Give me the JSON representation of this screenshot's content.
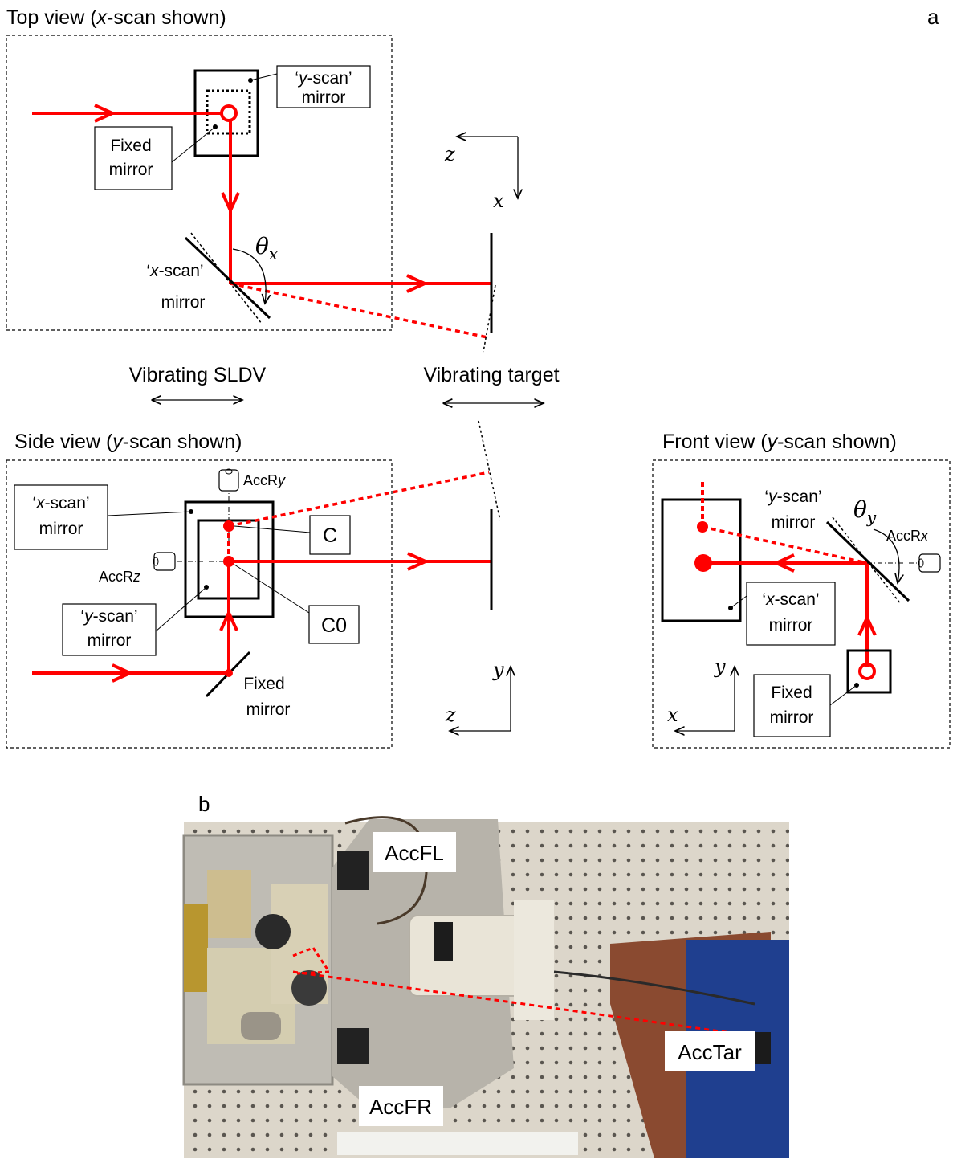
{
  "panel_a": {
    "letter": "a",
    "top_view": {
      "title": "Top view (x-scan shown)",
      "y_scan_mirror": [
        "‘y-scan’",
        "mirror"
      ],
      "fixed_mirror": [
        "Fixed",
        "mirror"
      ],
      "x_scan_mirror": [
        "‘x-scan’",
        "mirror"
      ],
      "angle": "θx",
      "axes": {
        "z": "z",
        "x": "x"
      }
    },
    "vibrating_sldv": "Vibrating SLDV",
    "vibrating_target": "Vibrating target",
    "side_view": {
      "title": "Side view (y-scan shown)",
      "x_scan_mirror": [
        "‘x-scan’",
        "mirror"
      ],
      "y_scan_mirror": [
        "‘y-scan’",
        "mirror"
      ],
      "fixed_mirror": [
        "Fixed",
        "mirror"
      ],
      "acc_ry": "AccRy",
      "acc_rz": "AccRz",
      "point_c": "C",
      "point_c0": "C0",
      "axes": {
        "y": "y",
        "z": "z"
      }
    },
    "front_view": {
      "title": "Front view (y-scan shown)",
      "y_scan_mirror": [
        "‘y-scan’",
        "mirror"
      ],
      "x_scan_mirror": [
        "‘x-scan’",
        "mirror"
      ],
      "fixed_mirror": [
        "Fixed",
        "mirror"
      ],
      "acc_rx": "AccRx",
      "angle": "θy",
      "axes": {
        "y": "y",
        "x": "x"
      }
    }
  },
  "panel_b": {
    "letter": "b",
    "labels": {
      "acc_fl": "AccFL",
      "acc_fr": "AccFR",
      "acc_tar": "AccTar"
    }
  },
  "colors": {
    "beam": "#ff0000",
    "ink": "#000000",
    "board": "#d9d2c4",
    "block": "#8a4a30",
    "clamp": "#1f3f8f"
  }
}
